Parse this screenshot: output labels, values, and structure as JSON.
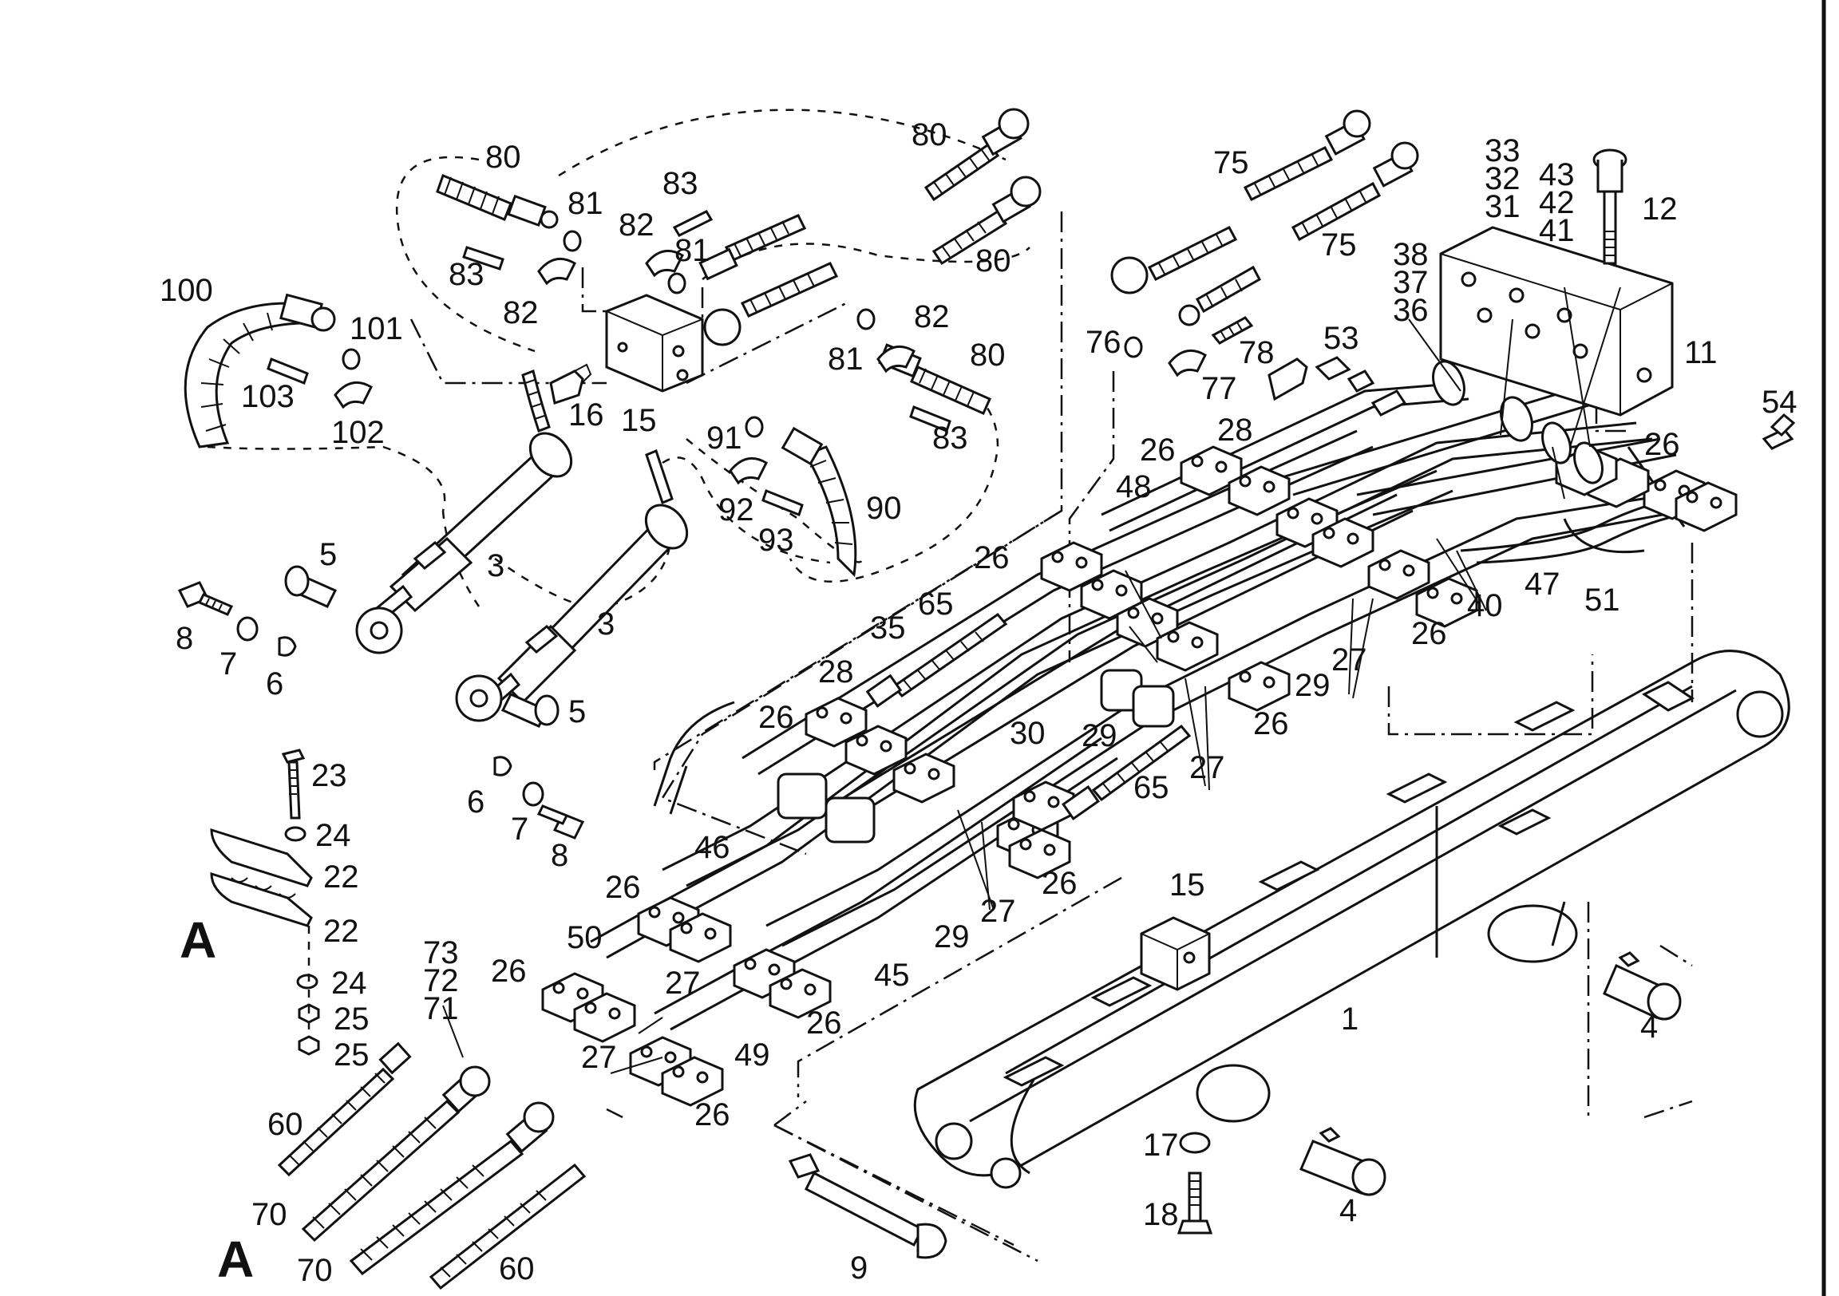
{
  "callouts": {
    "c80a": "80",
    "c80b": "80",
    "c80c": "80",
    "c80d": "80",
    "c83a": "83",
    "c83b": "83",
    "c83c": "83",
    "c81a": "81",
    "c81b": "81",
    "c81c": "81",
    "c82a": "82",
    "c82b": "82",
    "c82c": "82",
    "c100": "100",
    "c101": "101",
    "c103": "103",
    "c102": "102",
    "c16": "16",
    "c15a": "15",
    "c15b": "15",
    "c91": "91",
    "c92": "92",
    "c93": "93",
    "c90": "90",
    "c75a": "75",
    "c75b": "75",
    "c76": "76",
    "c77": "77",
    "c78": "78",
    "c53": "53",
    "c33": "33",
    "c32": "32",
    "c31": "31",
    "c43": "43",
    "c42": "42",
    "c41": "41",
    "c12": "12",
    "c38": "38",
    "c37": "37",
    "c36": "36",
    "c11": "11",
    "c54": "54",
    "c5a": "5",
    "c5b": "5",
    "c3a": "3",
    "c3b": "3",
    "c8a": "8",
    "c7a": "7",
    "c6a": "6",
    "c6b": "6",
    "c7b": "7",
    "c8b": "8",
    "c23": "23",
    "c24a": "24",
    "c22a": "22",
    "c22b": "22",
    "c24b": "24",
    "c25a": "25",
    "c25b": "25",
    "c26a": "26",
    "c26b": "26",
    "c26c": "26",
    "c26d": "26",
    "c26e": "26",
    "c26f": "26",
    "c26g": "26",
    "c26h": "26",
    "c26i": "26",
    "c26j": "26",
    "c26k": "26",
    "c28a": "28",
    "c28b": "28",
    "c48": "48",
    "c35": "35",
    "c65a": "65",
    "c65b": "65",
    "c29a": "29",
    "c29b": "29",
    "c29c": "29",
    "c27a": "27",
    "c27b": "27",
    "c27c": "27",
    "c27d": "27",
    "c27e": "27",
    "c40": "40",
    "c47": "47",
    "c51": "51",
    "c30": "30",
    "c46": "46",
    "c45": "45",
    "c50": "50",
    "c49": "49",
    "c73": "73",
    "c72": "72",
    "c71": "71",
    "c60a": "60",
    "c60b": "60",
    "c70a": "70",
    "c70b": "70",
    "c9": "9",
    "c1": "1",
    "c4a": "4",
    "c4b": "4",
    "c17": "17",
    "c18": "18",
    "detailA1": "A",
    "detailA2": "A"
  }
}
